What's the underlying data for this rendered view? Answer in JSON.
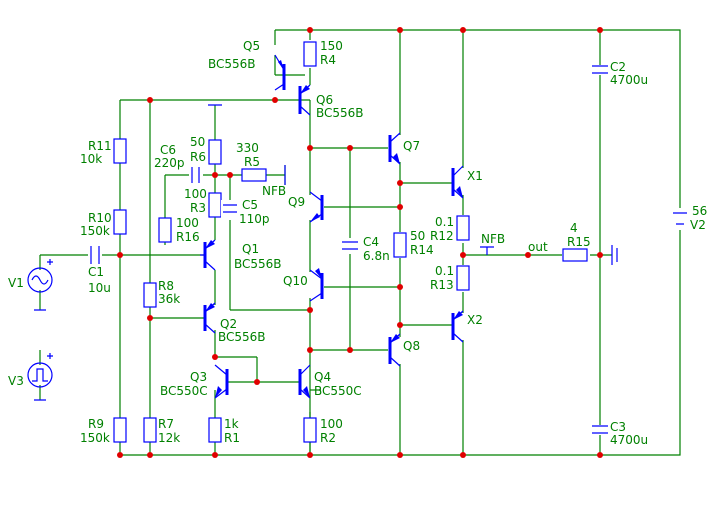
{
  "labels": {
    "q1": "Q1",
    "q1_type": "BC556B",
    "q2": "Q2",
    "q2_type": "BC556B",
    "q3": "Q3",
    "q3_type": "BC550C",
    "q4": "Q4",
    "q4_type": "BC550C",
    "q5": "Q5",
    "q5_type": "BC556B",
    "q6": "Q6",
    "q6_type": "BC556B",
    "q7": "Q7",
    "q8": "Q8",
    "q9": "Q9",
    "q10": "Q10",
    "x1": "X1",
    "x2": "X2",
    "r1": "R1",
    "r1_val": "1k",
    "r2": "R2",
    "r2_val": "100",
    "r3": "R3",
    "r3_val": "100",
    "r4": "R4",
    "r4_val": "150",
    "r5": "R5",
    "r5_val": "330",
    "r6": "R6",
    "r6_val": "50",
    "r7": "R7",
    "r7_val": "12k",
    "r8": "R8",
    "r8_val": "36k",
    "r9": "R9",
    "r9_val": "150k",
    "r10": "R10",
    "r10_val": "150k",
    "r11": "R11",
    "r11_val": "10k",
    "r12": "R12",
    "r12_val": "0.1",
    "r13": "R13",
    "r13_val": "0.1",
    "r14": "R14",
    "r14_val": "50",
    "r15": "R15",
    "r15_val": "4",
    "r16": "R16",
    "r16_val": "100",
    "c1": "C1",
    "c1_val": "10u",
    "c2": "C2",
    "c2_val": "4700u",
    "c3": "C3",
    "c3_val": "4700u",
    "c4": "C4",
    "c4_val": "6.8n",
    "c5": "C5",
    "c5_val": "110p",
    "c6": "C6",
    "c6_val": "220p",
    "v1": "V1",
    "v3": "V3",
    "v2": "V2",
    "v2_val": "56",
    "nfb_left": "NFB",
    "nfb_right": "NFB",
    "out": "out"
  },
  "colors": {
    "wire": "#008000",
    "component": "#0000ff",
    "junction": "#e00000",
    "background": "#ffffff"
  }
}
